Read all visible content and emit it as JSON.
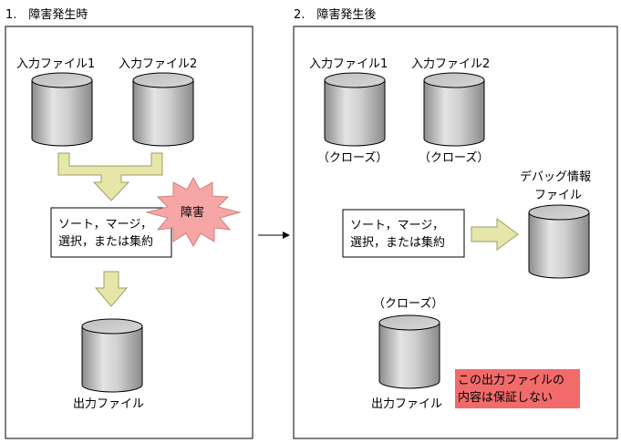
{
  "before": {
    "title": "1.　障害発生時",
    "file1": "入力ファイル1",
    "file2": "入力ファイル2",
    "process_line1": "ソート，マージ，",
    "process_line2": "選択，または集約",
    "failure": "障害",
    "output": "出力ファイル"
  },
  "after": {
    "title": "2.　障害発生後",
    "file1": "入力ファイル1",
    "file2": "入力ファイル2",
    "closed1": "（クローズ）",
    "closed2": "（クローズ）",
    "debug_line1": "デバッグ情報",
    "debug_line2": "ファイル",
    "process_line1": "ソート，マージ，",
    "process_line2": "選択，または集約",
    "closed3": "（クローズ）",
    "output": "出力ファイル",
    "warning_line1": "この出力ファイルの",
    "warning_line2": "内容は保証しない"
  },
  "colors": {
    "arrow_fill": "#e6e6a8",
    "burst_fill": "#f7a6a6",
    "warning_fill": "#f26b6b",
    "cylinder_light": "#e0e0e0",
    "cylinder_dark": "#9a9a9a"
  }
}
